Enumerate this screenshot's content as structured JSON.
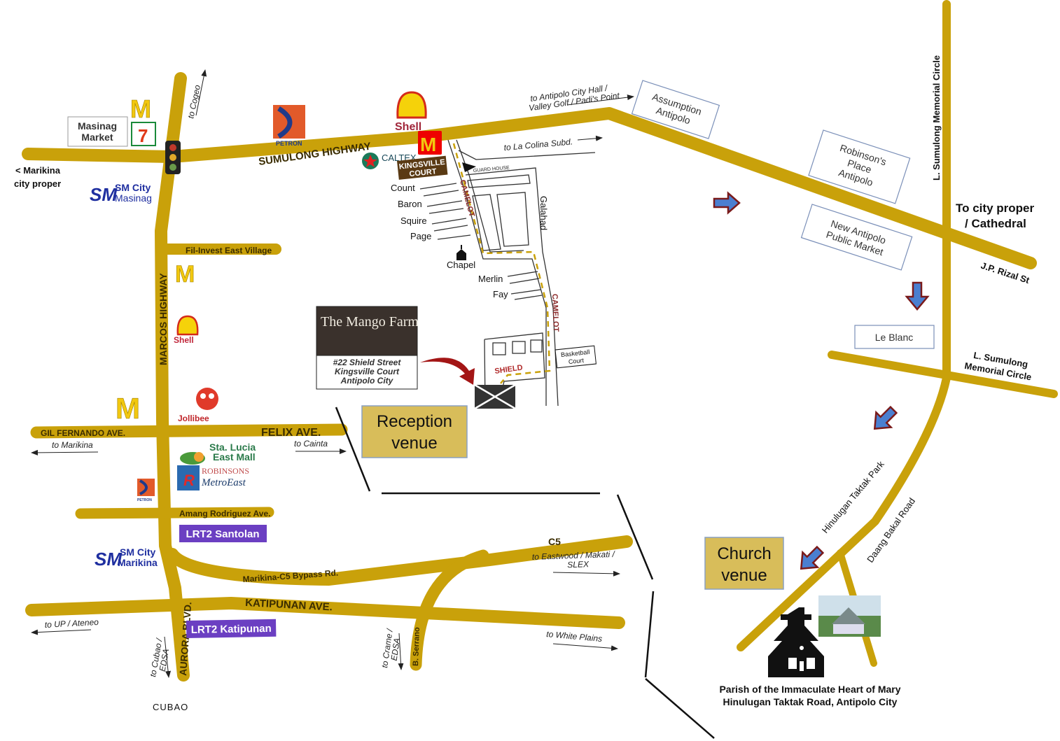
{
  "roads": {
    "sumulong": "SUMULONG HIGHWAY",
    "marcos": "MARCOS HIGHWAY",
    "filinvest": "Fil-Invest East Village",
    "gil_fernando": "GIL FERNANDO AVE.",
    "felix": "FELIX AVE.",
    "amang": "Amang Rodriguez Ave.",
    "bypass": "Marikina-C5 Bypass Rd.",
    "c5": "C5",
    "katipunan": "KATIPUNAN AVE.",
    "aurora": "AURORA BLVD.",
    "serrano": "B. Serrano",
    "l_sumulong_vertical": "L. Sumulong Memorial Circle",
    "l_sumulong_line1": "L. Sumulong",
    "l_sumulong_line2": "Memorial Circle",
    "jp_rizal": "J.P. Rizal St",
    "hinulugan": "Hinulugan Taktak Park",
    "daang_bakal": "Daang Bakal Road"
  },
  "directions": {
    "cogeo": "to Cogeo",
    "marikina_proper_1": "< Marikina",
    "marikina_proper_2": "city proper",
    "antipolo_1": "to Antipolo City Hall /",
    "antipolo_2": "Valley Golf / Padi's Point",
    "la_colina": "to La Colina Subd.",
    "to_marikina": "to Marikina",
    "to_cainta": "to Cainta",
    "eastwood_1": "to Eastwood / Makati /",
    "eastwood_2": "SLEX",
    "up_ateneo": "to UP / Ateneo",
    "cubao_1": "to Cubao /",
    "cubao_2": "EDSA",
    "crame_1": "to Crame /",
    "crame_2": "EDSA",
    "white_plains": "to White Plains",
    "cubao": "CUBAO",
    "city_proper_1": "To city proper",
    "city_proper_2": "/ Cathedral"
  },
  "landmarks": {
    "masinag_market_1": "Masinag",
    "masinag_market_2": "Market",
    "sm_masinag_1": "SM City",
    "sm_masinag_2": "Masinag",
    "petron": "PETRON",
    "shell": "Shell",
    "caltex": "CALTEX",
    "kingsville_1": "KINGSVILLE",
    "kingsville_2": "COURT",
    "guard_house": "GUARD HOUSE",
    "jollibee": "Jollibee",
    "sta_lucia_1": "Sta. Lucia",
    "sta_lucia_2": "East Mall",
    "robinsons_1": "ROBINSONS",
    "robinsons_2": "MetroEast",
    "lrt_santolan": "LRT2 Santolan",
    "lrt_katipunan": "LRT2 Katipunan",
    "sm_marikina_1": "SM City",
    "sm_marikina_2": "Marikina",
    "assumption_1": "Assumption",
    "assumption_2": "Antipolo",
    "robinsons_place_1": "Robinson's",
    "robinsons_place_2": "Place",
    "robinsons_place_3": "Antipolo",
    "public_market_1": "New Antipolo",
    "public_market_2": "Public Market",
    "le_blanc": "Le Blanc",
    "chapel": "Chapel",
    "basketball_1": "Basketball",
    "basketball_2": "Court"
  },
  "streets": {
    "count": "Count",
    "baron": "Baron",
    "squire": "Squire",
    "page": "Page",
    "merlin": "Merlin",
    "fay": "Fay",
    "camelot": "CAMELOT",
    "galahad": "Galahad",
    "shield": "SHIELD"
  },
  "mango_farm": {
    "logo_text": "The Mango Farm",
    "address_1": "#22 Shield Street",
    "address_2": "Kingsville Court",
    "address_3": "Antipolo City"
  },
  "venues": {
    "reception_1": "Reception",
    "reception_2": "venue",
    "church_1": "Church",
    "church_2": "venue",
    "parish_1": "Parish of the Immaculate Heart of Mary",
    "parish_2": "Hinulugan Taktak Road, Antipolo City"
  },
  "colors": {
    "road": "#c9a10a",
    "venue_box": "#d8bd5a",
    "lrt": "#6b3fc2",
    "route_arrow": "#4a7fd0"
  }
}
